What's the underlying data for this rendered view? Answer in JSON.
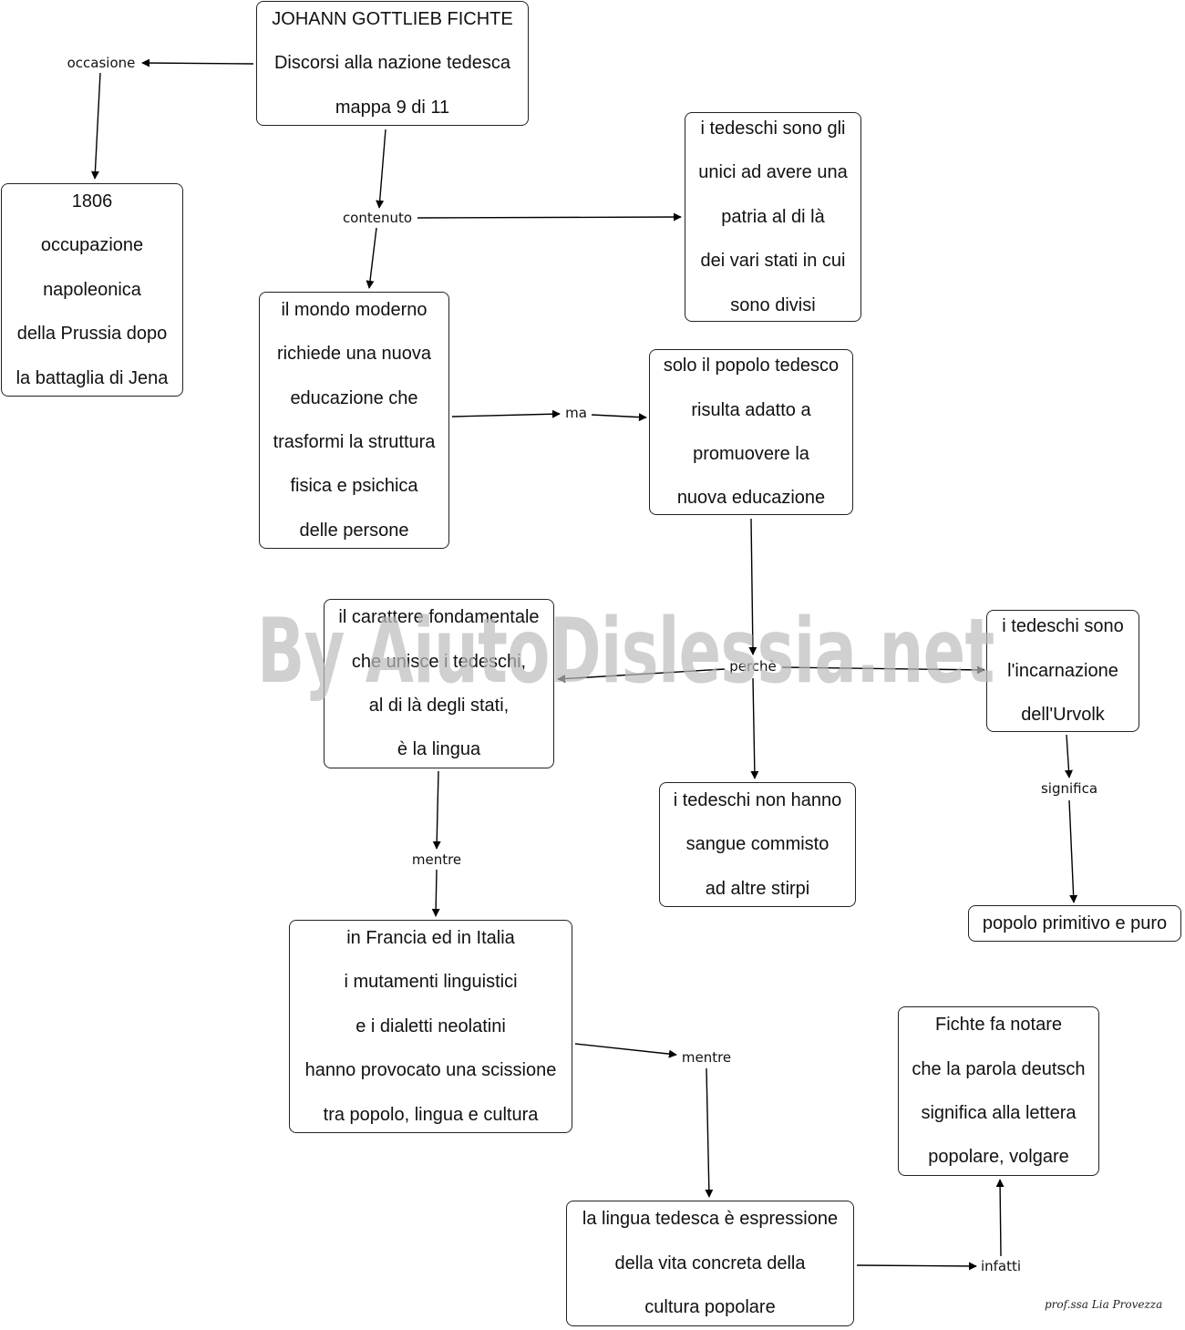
{
  "nodes": {
    "title": [
      "JOHANN GOTTLIEB FICHTE",
      "Discorsi alla nazione tedesca",
      "mappa 9 di 11"
    ],
    "context": [
      "1806",
      "occupazione",
      "napoleonica",
      "della Prussia dopo",
      "la battaglia di Jena"
    ],
    "homeland": [
      "i tedeschi sono gli",
      "unici ad avere una",
      "patria al di là",
      "dei vari stati in cui",
      "sono divisi"
    ],
    "modern_world": [
      "il mondo moderno",
      "richiede una nuova",
      "educazione che",
      "trasformi la struttura",
      "fisica e psichica",
      "delle persone"
    ],
    "german_people": [
      "solo il popolo tedesco",
      "risulta adatto a",
      "promuovere la",
      "nuova educazione"
    ],
    "language_bond": [
      "il carattere fondamentale",
      "che unisce i tedeschi,",
      "al di là degli stati,",
      "è la lingua"
    ],
    "urvolk": [
      "i tedeschi sono",
      "l'incarnazione",
      "dell'Urvolk"
    ],
    "pure_blood": [
      "i tedeschi non hanno",
      "sangue commisto",
      "ad altre stirpi"
    ],
    "primitive": [
      "popolo primitivo e puro"
    ],
    "france_italy": [
      "in Francia ed in Italia",
      "i mutamenti linguistici",
      "e i dialetti neolatini",
      "hanno provocato una scissione",
      "tra popolo, lingua e cultura"
    ],
    "deutsch": [
      "Fichte fa notare",
      "che la parola deutsch",
      "significa alla lettera",
      "popolare, volgare"
    ],
    "german_language": [
      "la lingua tedesca è espressione",
      "della vita concreta  della",
      "cultura popolare"
    ]
  },
  "link_labels": {
    "occasione": "occasione",
    "contenuto": "contenuto",
    "ma": "ma",
    "perche": "perchè",
    "significa": "significa",
    "mentre_1": "mentre",
    "mentre_2": "mentre",
    "infatti": "infatti"
  },
  "watermark": "By AiutoDislessia.net",
  "signature": "prof.ssa Lia Provezza"
}
